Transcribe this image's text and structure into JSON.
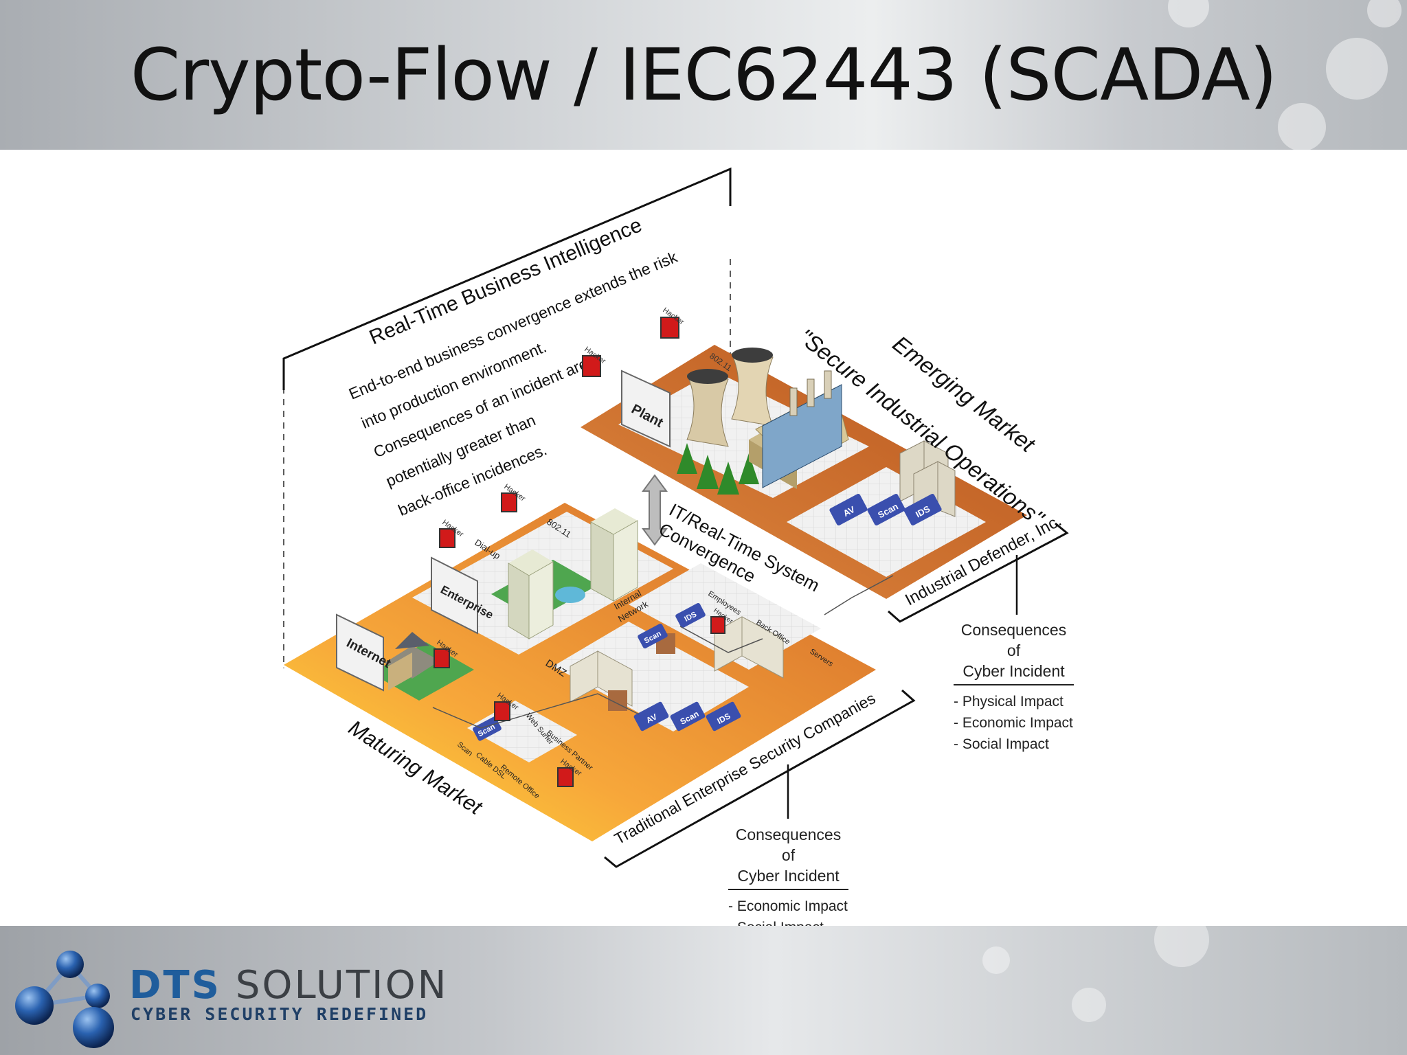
{
  "slide": {
    "title": "Crypto-Flow / IEC62443 (SCADA)"
  },
  "logo": {
    "name_part1": "DTS",
    "name_part2": "SOLUTION",
    "tagline": "CYBER SECURITY REDEFINED"
  },
  "diagram": {
    "bi_panel": {
      "heading": "Real-Time Business Intelligence",
      "lines": [
        "End-to-end business convergence extends the risk",
        "into production environment.",
        "Consequences of an incident are",
        "potentially greater than",
        "back-office incidences."
      ]
    },
    "convergence_label": [
      "IT/Real-Time System",
      "Convergence"
    ],
    "emerging_label": [
      "Emerging Market",
      "\"Secure Industrial Operations\""
    ],
    "maturing_label": "Maturing Market",
    "industrial_bracket": "Industrial Defender, Inc.",
    "enterprise_bracket": "Traditional Enterprise Security Companies",
    "signs": {
      "plant": "Plant",
      "enterprise": "Enterprise",
      "internet": "Internet"
    },
    "small_labels": {
      "hacker": "Hacker",
      "wifi": "802.11",
      "dialup": "Dial-up",
      "dmz": "DMZ",
      "internal": "Internal",
      "network": "Network",
      "employees": "Employees",
      "back_office": "Back Office",
      "servers": "Servers",
      "web_surfer": "Web Surfer",
      "business_partner": "Business Partner",
      "scan": "Scan",
      "cable_dsl": "Cable DSL",
      "remote_office": "Remote Office"
    },
    "security_badges": {
      "av": "AV",
      "scan": "Scan",
      "ids": "IDS"
    }
  },
  "consequences_industrial": {
    "heading_1": "Consequences of",
    "heading_2": "Cyber Incident",
    "items": [
      "- Physical Impact",
      "- Economic Impact",
      "- Social Impact"
    ]
  },
  "consequences_enterprise": {
    "heading_1": "Consequences of",
    "heading_2": "Cyber Incident",
    "items": [
      "- Economic Impact",
      "- Social Impact"
    ]
  }
}
